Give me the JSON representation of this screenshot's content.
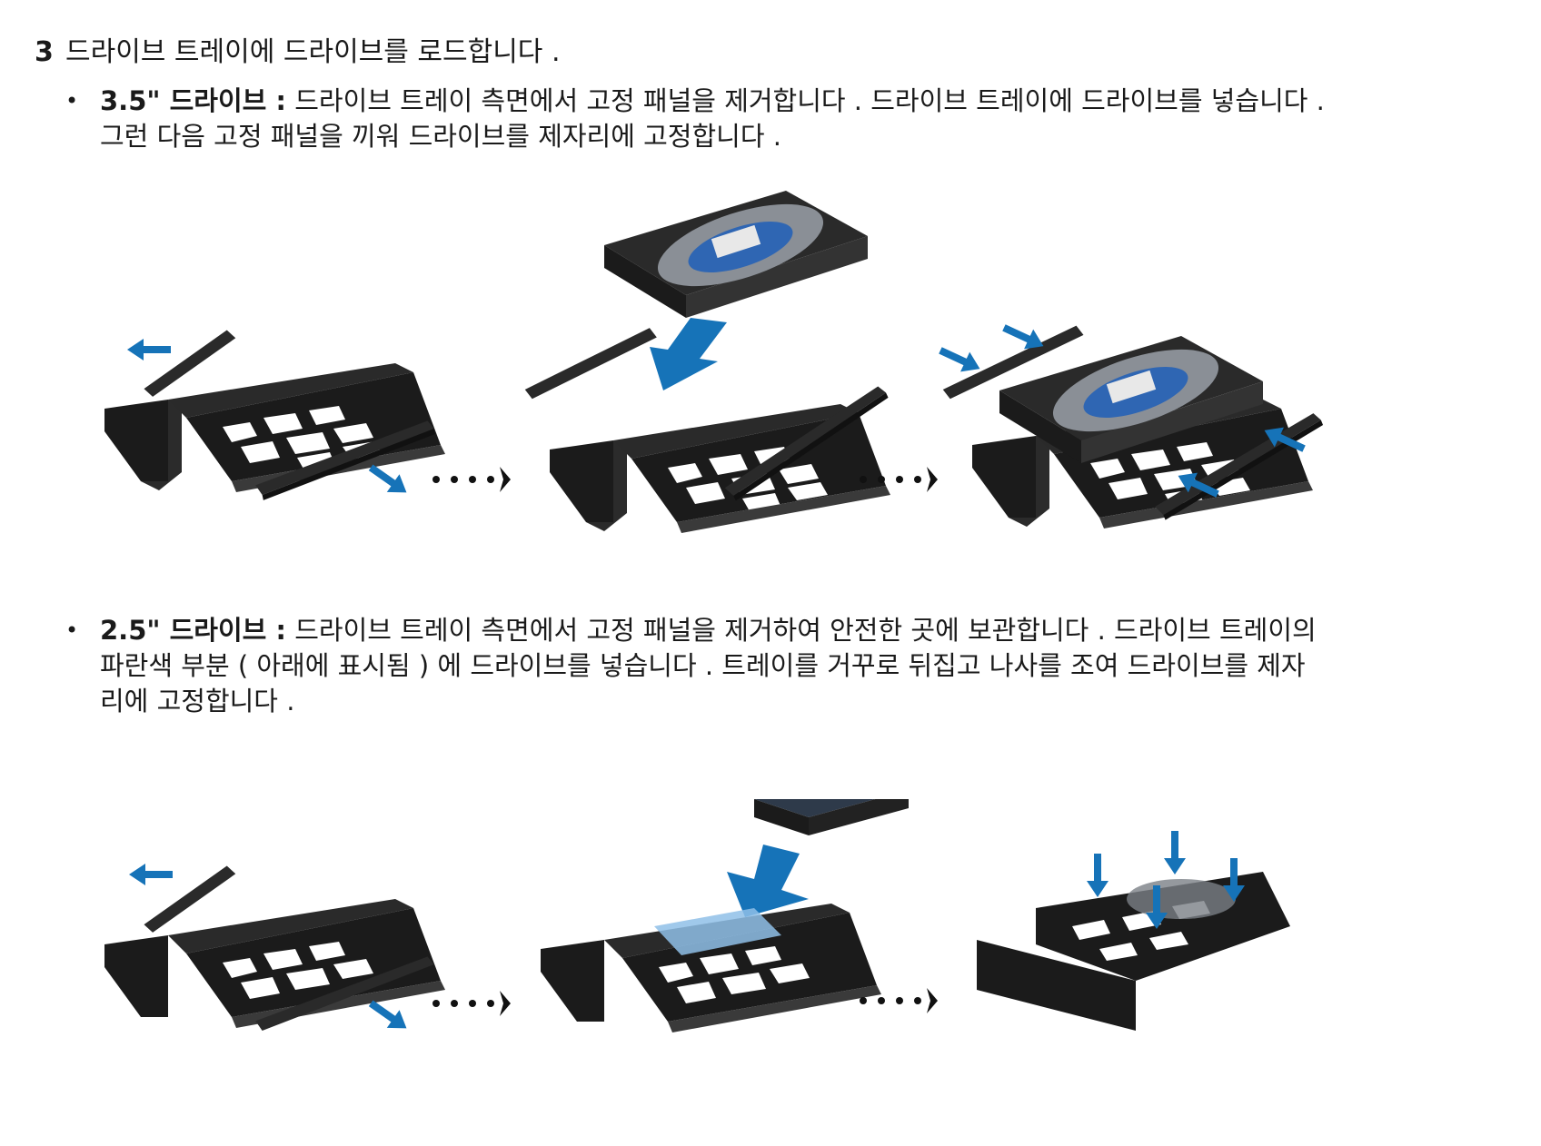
{
  "step": {
    "number": "3",
    "title": "드라이브 트레이에 드라이브를 로드합니다 ."
  },
  "bullets": [
    {
      "label": "3.5\" 드라이브 :",
      "lines": [
        "드라이브 트레이 측면에서 고정 패널을 제거합니다 . 드라이브 트레이에 드라이브를 넣습니다 .",
        "그런 다음 고정 패널을 끼워 드라이브를 제자리에 고정합니다 ."
      ]
    },
    {
      "label": "2.5\" 드라이브 :",
      "lines": [
        "드라이브 트레이 측면에서 고정 패널을 제거하여 안전한 곳에 보관합니다 . 드라이브 트레이의",
        "파란색 부분 ( 아래에 표시됨 ) 에 드라이브를 넣습니다 . 트레이를 거꾸로 뒤집고 나사를 조여 드라이브를 제자",
        "리에 고정합니다 ."
      ]
    }
  ],
  "colors": {
    "arrow_blue": "#1673b8",
    "tray_black": "#1b1b1b",
    "hdd_label_blue": "#2f66b3",
    "ssd_highlight": "#8fc0e8"
  },
  "icons": [
    "tray",
    "hdd",
    "ssd",
    "blue-arrow",
    "dotted-flow-arrow"
  ]
}
